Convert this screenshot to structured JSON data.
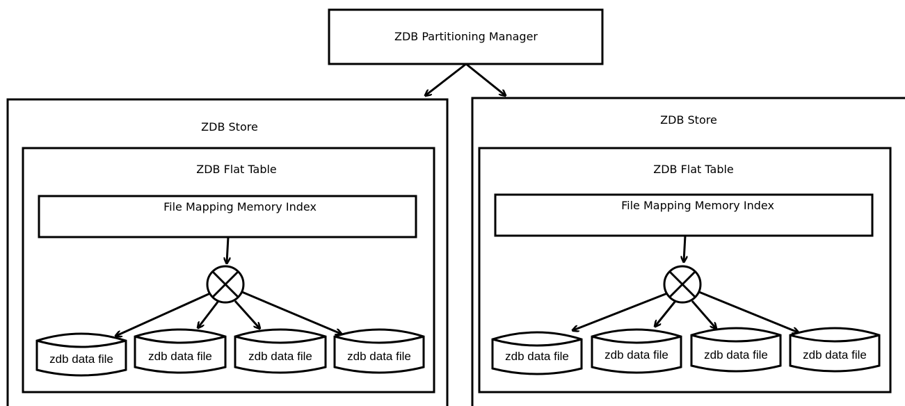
{
  "manager": {
    "label": "ZDB Partitioning Manager"
  },
  "stores": [
    {
      "label": "ZDB Store",
      "table": {
        "label": "ZDB Flat Table",
        "index_label": "File Mapping Memory Index",
        "files": [
          "zdb data file",
          "zdb data file",
          "zdb data file",
          "zdb data file"
        ]
      }
    },
    {
      "label": "ZDB Store",
      "table": {
        "label": "ZDB Flat Table",
        "index_label": "File Mapping Memory Index",
        "files": [
          "zdb data file",
          "zdb data file",
          "zdb data file",
          "zdb data file"
        ]
      }
    }
  ],
  "colors": {
    "stroke": "#000000",
    "background": "#ffffff"
  },
  "icons": {
    "router": "circle-x-icon"
  }
}
